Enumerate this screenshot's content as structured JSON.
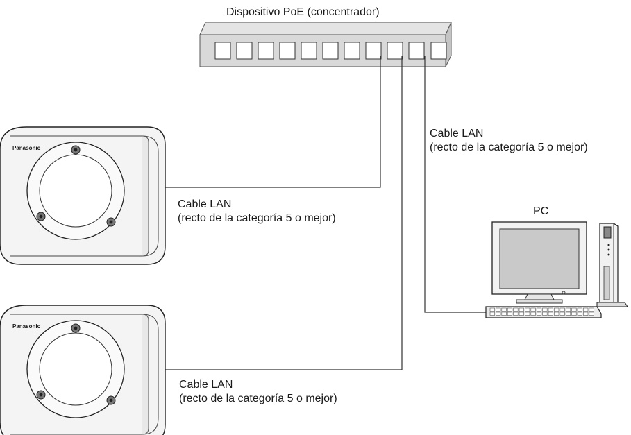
{
  "hub": {
    "label": "Dispositivo PoE (concentrador)"
  },
  "cameras": [
    {
      "brand": "Panasonic"
    },
    {
      "brand": "Panasonic"
    }
  ],
  "pc": {
    "label": "PC"
  },
  "cables": [
    {
      "line1": "Cable LAN",
      "line2": "(recto de la categoría 5 o mejor)"
    },
    {
      "line1": "Cable LAN",
      "line2": "(recto de la categoría 5 o mejor)"
    },
    {
      "line1": "Cable LAN",
      "line2": "(recto de la categoría 5 o mejor)"
    }
  ]
}
